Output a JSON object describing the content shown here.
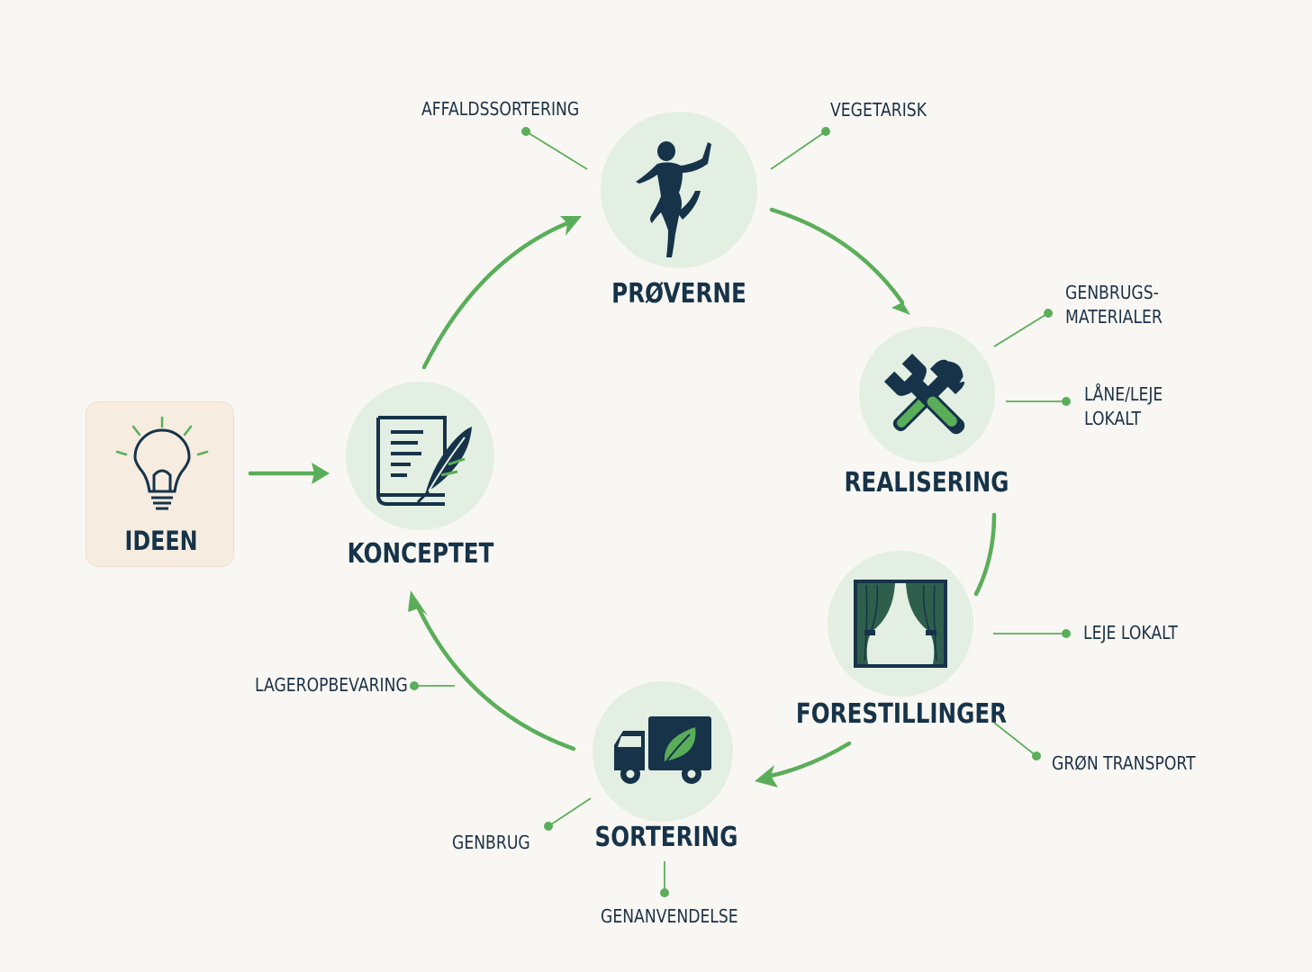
{
  "colors": {
    "background": "#f9f7f3",
    "arrow_green": "#5aae5a",
    "circle_fill": "#e3efe2",
    "icon_dark": "#163349",
    "idea_box": "#f6ece0"
  },
  "stages": {
    "ideen": "IDEEN",
    "konceptet": "KONCEPTET",
    "proverne": "PRØVERNE",
    "realisering": "REALISERING",
    "forestillinger": "FORESTILLINGER",
    "sortering": "SORTERING"
  },
  "notes": {
    "affaldssortering": "AFFALDSSORTERING",
    "vegetarisk": "VEGETARISK",
    "genbrugsmaterialer_1": "GENBRUGS-",
    "genbrugsmaterialer_2": "MATERIALER",
    "laane_leje_1": "LÅNE/LEJE",
    "laane_leje_2": "LOKALT",
    "leje_lokalt": "LEJE LOKALT",
    "groen_transport": "GRØN TRANSPORT",
    "lageropbevaring": "LAGEROPBEVARING",
    "genbrug": "GENBRUG",
    "genanvendelse": "GENANVENDELSE"
  },
  "icons": {
    "ideen": "lightbulb-icon",
    "konceptet": "document-quill-icon",
    "proverne": "dancer-icon",
    "realisering": "hammer-wrench-icon",
    "forestillinger": "curtains-icon",
    "sortering": "truck-leaf-icon"
  }
}
